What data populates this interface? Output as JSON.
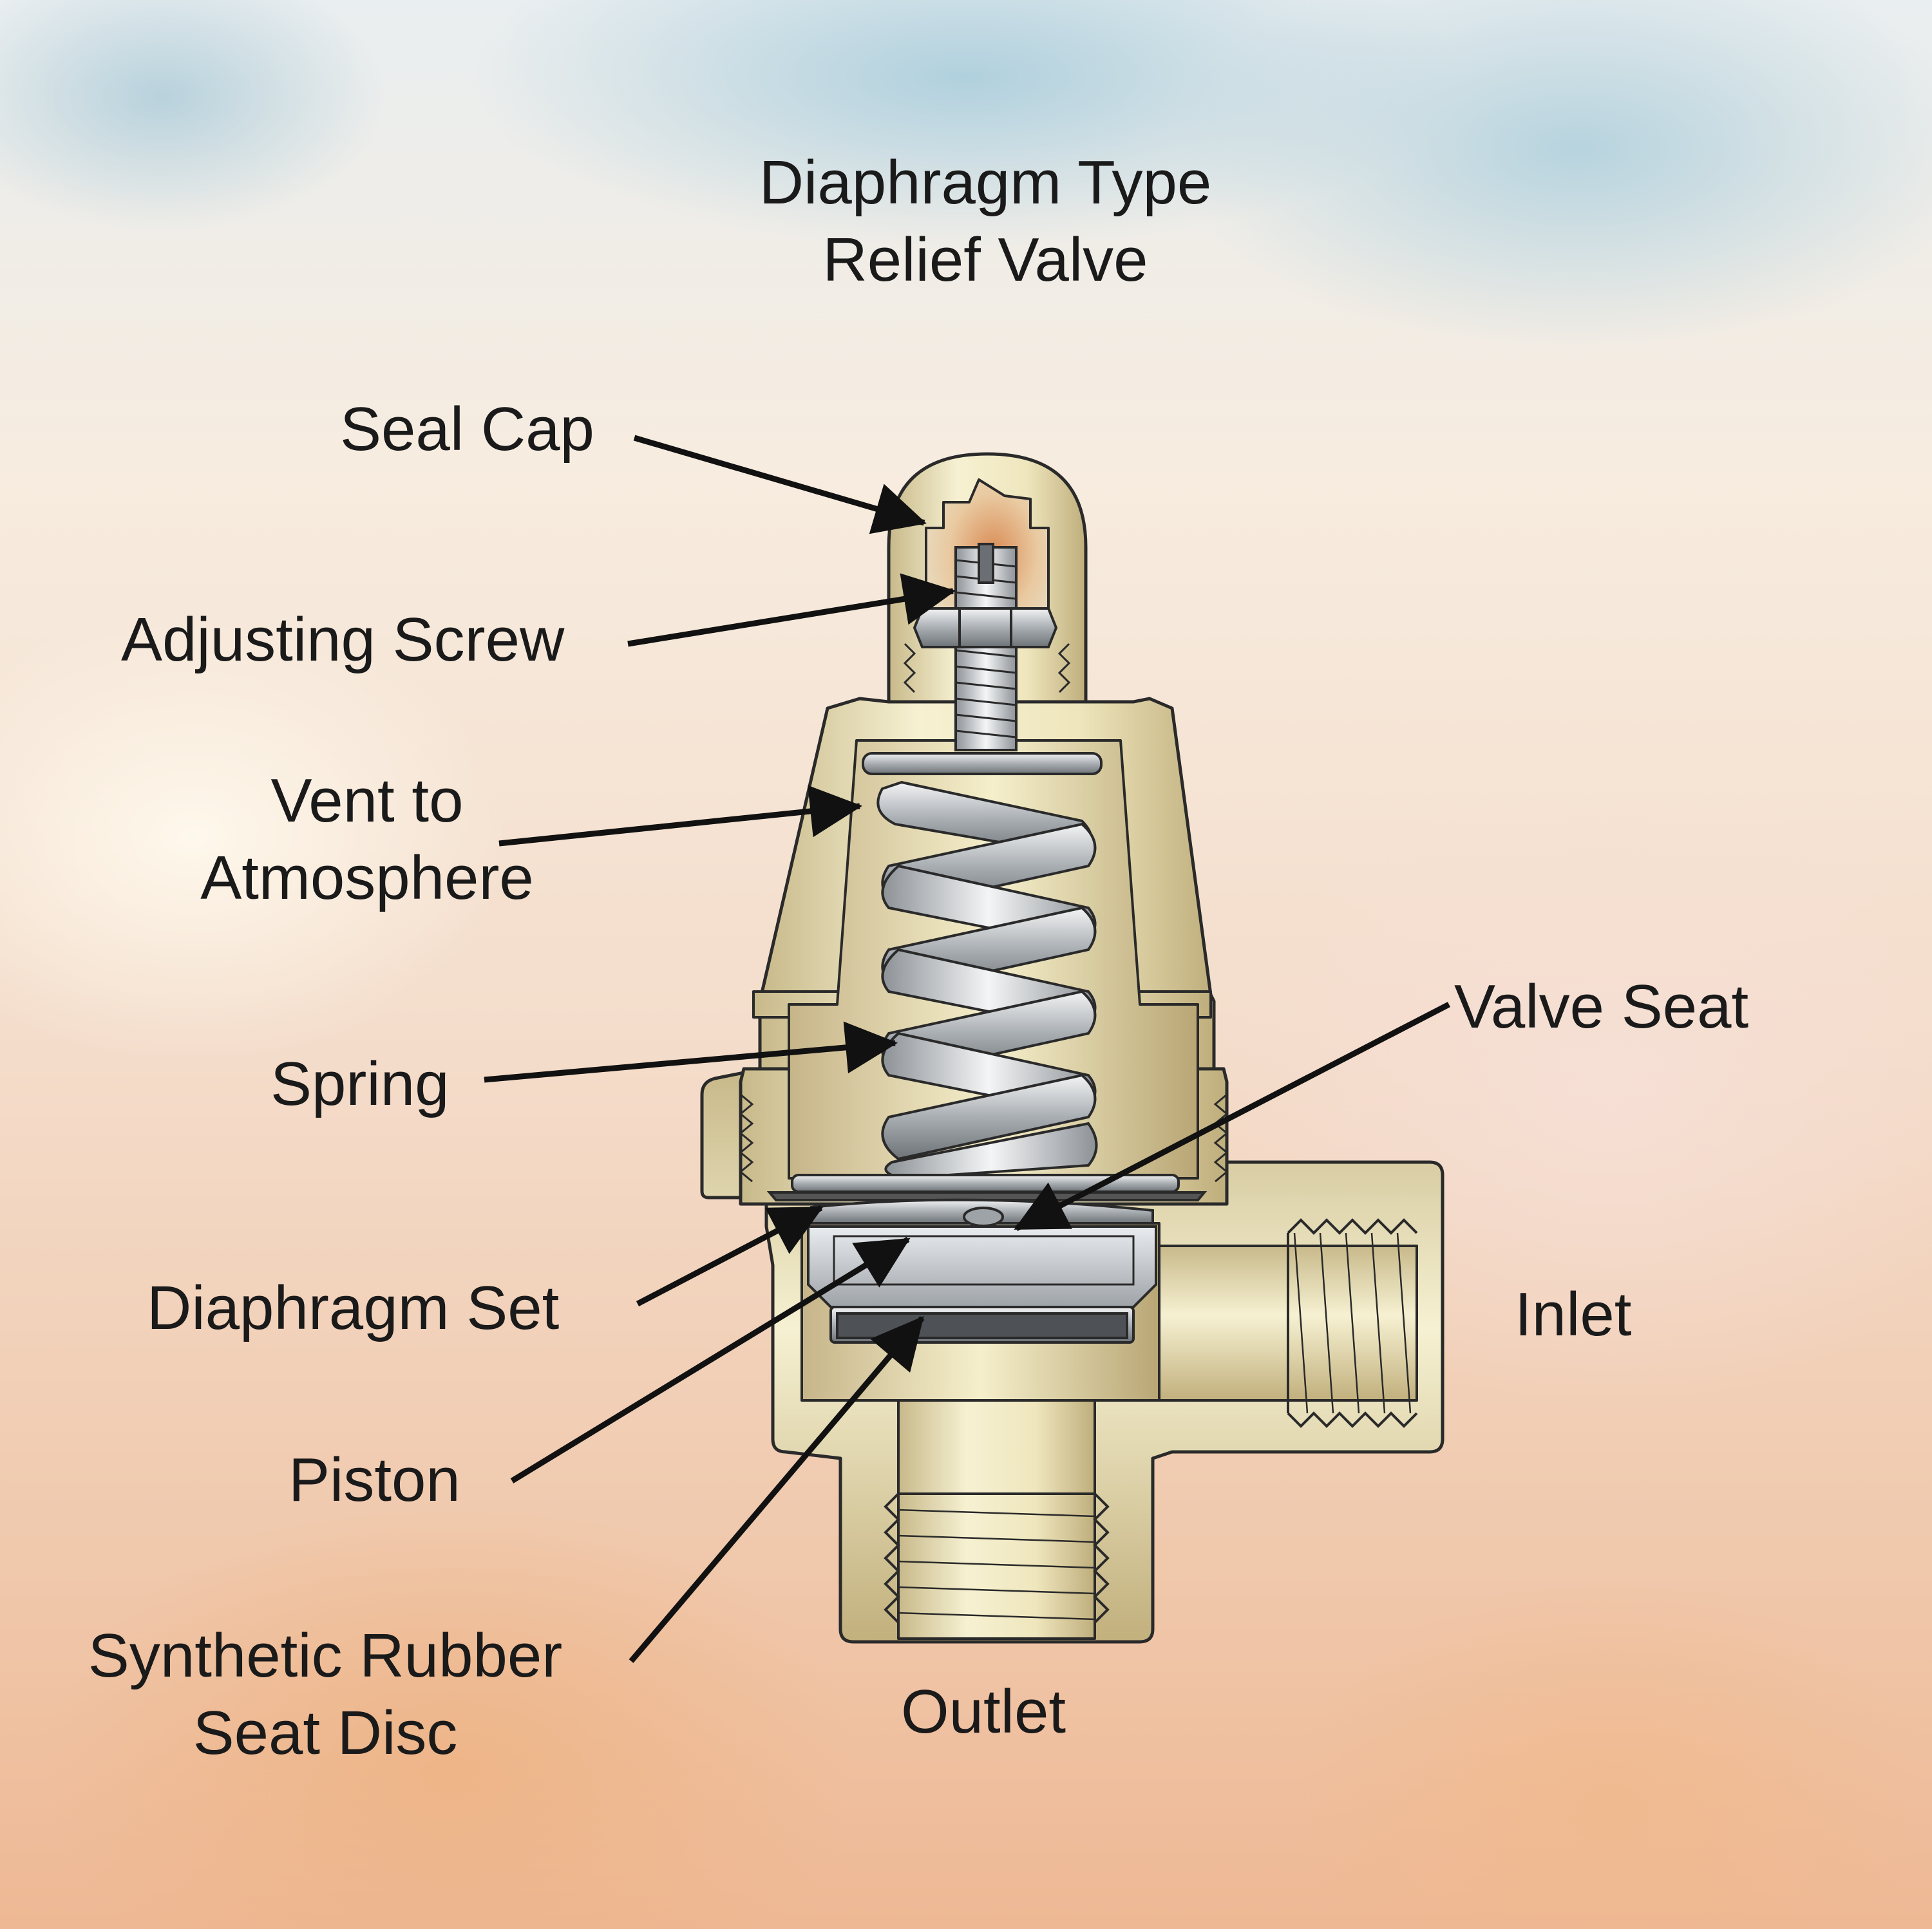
{
  "title": {
    "line1": "Diaphragm Type",
    "line2": "Relief Valve"
  },
  "labels": {
    "seal_cap": "Seal Cap",
    "adjusting_screw": "Adjusting Screw",
    "vent_line1": "Vent to",
    "vent_line2": "Atmosphere",
    "spring": "Spring",
    "valve_seat": "Valve Seat",
    "diaphragm_set": "Diaphragm Set",
    "piston": "Piston",
    "seat_disc_line1": "Synthetic Rubber",
    "seat_disc_line2": "Seat Disc",
    "inlet": "Inlet",
    "outlet": "Outlet"
  },
  "colors": {
    "brass_light": "#f4efcf",
    "brass_dark": "#c9b889",
    "steel": "#b8bcc0",
    "outline": "#2a2a2a"
  }
}
